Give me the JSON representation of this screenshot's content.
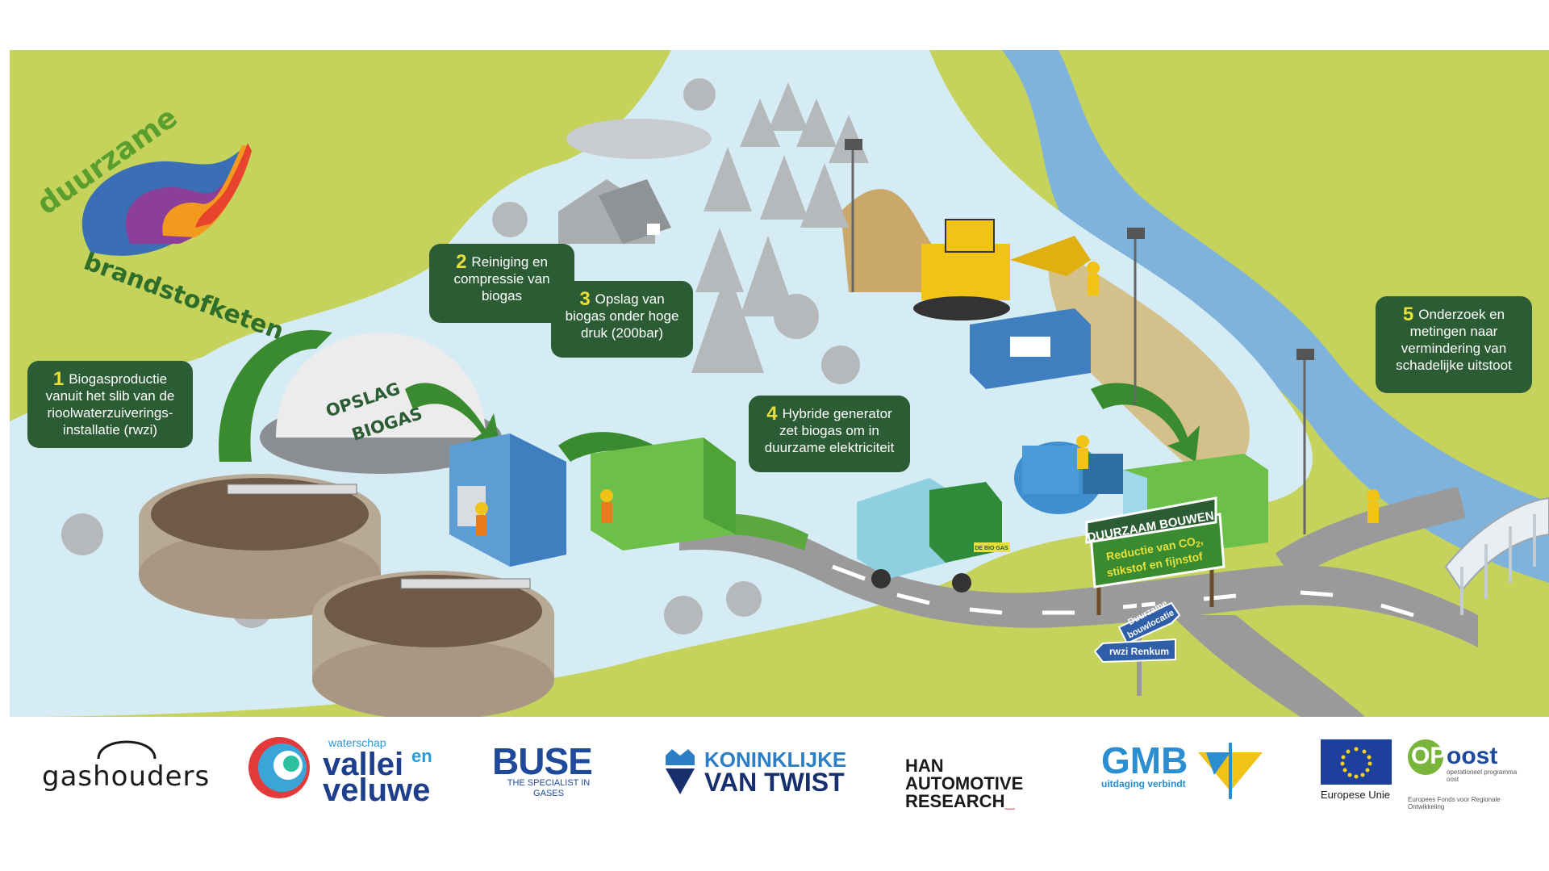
{
  "brand": {
    "top_word": "duurzame",
    "bottom_word": "brandstofketen"
  },
  "steps": [
    {
      "num": "1",
      "lines": [
        "Biogasproductie",
        "vanuit het slib van de",
        "rioolwaterzuiverings-",
        "installatie (rwzi)"
      ]
    },
    {
      "num": "2",
      "lines": [
        "Reiniging en",
        "compressie van",
        "biogas"
      ]
    },
    {
      "num": "3",
      "lines": [
        "Opslag van",
        "biogas onder hoge",
        "druk (200bar)"
      ]
    },
    {
      "num": "4",
      "lines": [
        "Hybride generator",
        "zet biogas om in",
        "duurzame elektriciteit"
      ]
    },
    {
      "num": "5",
      "lines": [
        "Onderzoek en",
        "metingen naar",
        "vermindering van",
        "schadelijke uitstoot"
      ]
    }
  ],
  "dome_label": [
    "OPSLAG",
    "BIOGAS"
  ],
  "sign": {
    "title": "DUURZAAM BOUWEN",
    "line1": "Reductie van CO",
    "line1_sub": "2",
    "line1_end": ",",
    "line2": "stikstof en fijnstof"
  },
  "signpost": {
    "arrow1": [
      "Duurzame",
      "bouwlocatie"
    ],
    "arrow2": "rwzi Renkum"
  },
  "truck_label": "DE BIO GAS",
  "logos": {
    "gashouders": "gashouders",
    "vallei_small": "waterschap",
    "vallei_1": "vallei",
    "vallei_en": "en",
    "vallei_2": "veluwe",
    "buse": "BUSE",
    "buse_sub": [
      "THE SPECIALIST IN",
      "GASES"
    ],
    "kvt_1": "KONINKLIJKE",
    "kvt_2": "VAN TWIST",
    "han_1": "HAN AUTOMOTIVE",
    "han_2": "RESEARCH",
    "han_underscore": "_",
    "gmb": "GMB",
    "gmb_sub": "uitdaging verbindt",
    "eu": "Europese Unie",
    "op_1": "OP",
    "op_2": "oost",
    "op_sub": "operationeel programma oost",
    "op_bottom": "Europees Fonds voor Regionale Ontwikkeling"
  },
  "colors": {
    "land": "#c5d35c",
    "water": "#d6ecf5",
    "river": "#7fb3dc",
    "callout": "#2b5c33",
    "callout_num": "#e8e03a",
    "accent_green": "#3a8a2f"
  }
}
